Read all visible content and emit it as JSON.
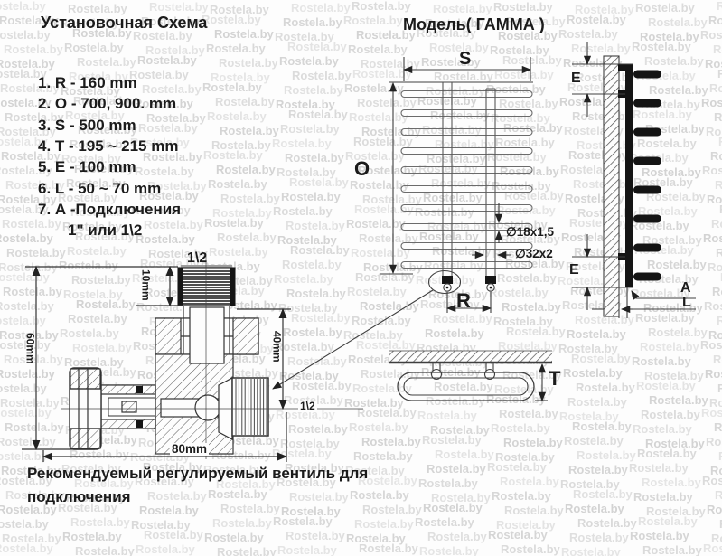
{
  "watermark": {
    "text": "Rostela.by"
  },
  "left_panel": {
    "title": "Установочная Схема",
    "spec_items": [
      "1. R - 160 mm",
      "2. O - 700, 900. mm",
      "3. S - 500 mm",
      "4. T - 195 ~ 215 mm",
      "5. E - 100 mm",
      "6. L - 50 ~ 70 mm",
      "7. А -Подключения",
      "1\" или 1\\2"
    ]
  },
  "model_panel": {
    "title": "Модель( ГАММА )"
  },
  "front_view": {
    "dim_width": "S",
    "dim_height": "O",
    "dim_ports": "R",
    "rung_pipe_label": "∅18x1,5",
    "collector_pipe_label": "∅32x2"
  },
  "side_view": {
    "dim_top_offset": "E",
    "dim_bottom_offset": "E",
    "connection_label": "A",
    "wall_gap_label": "L"
  },
  "top_view": {
    "dim_depth": "T"
  },
  "valve_detail": {
    "top_thread_size": "1\\2",
    "side_thread_size": "1\\2",
    "dim_thread_len": "10mm",
    "dim_outlet": "40mm",
    "dim_height": "60mm",
    "dim_length": "80mm"
  },
  "footer": {
    "line1": "Рекомендуемый регулируемый вентиль для",
    "line2": "подключения"
  }
}
